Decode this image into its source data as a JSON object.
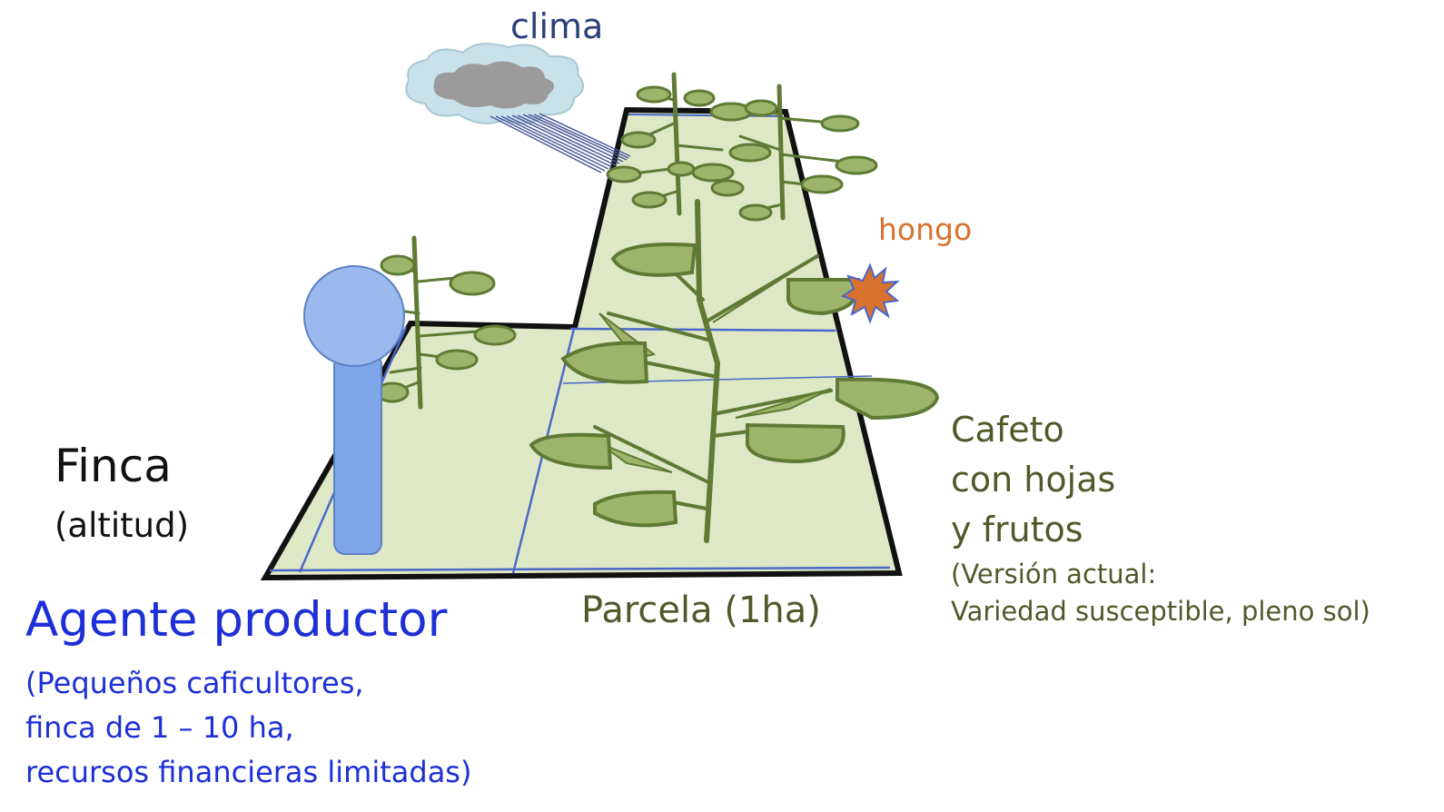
{
  "labels": {
    "clima": "clima",
    "hongo": "hongo",
    "finca_title": "Finca",
    "finca_sub": "(altitud)",
    "agente_title": "Agente productor",
    "agente_notes": [
      "(Pequeños caficultores,",
      "finca de 1 – 10 ha,",
      "recursos financieras limitadas)"
    ],
    "parcela": "Parcela (1ha)",
    "cafeto_lines": [
      "Cafeto",
      "con hojas",
      "y frutos"
    ],
    "cafeto_notes": [
      "(Versión actual:",
      "Variedad susceptible, pleno sol)"
    ]
  },
  "colors": {
    "clima_text": "#2b3f7a",
    "hongo_text": "#d9722e",
    "finca_text": "#111111",
    "agente_text": "#1d2fd6",
    "parcela_text": "#4e5a2a",
    "cafeto_text": "#4e5a2a",
    "land_fill": "#dfe8c6",
    "leaf_fill": "#9cb56a",
    "leaf_stroke": "#5e7a34",
    "agent_fill": "#7fa6e8",
    "cloud_outer": "#c9e1ea",
    "cloud_inner": "#9b9b9b",
    "fungus_fill": "#d9722e",
    "fungus_stroke": "#4a68c8"
  },
  "icons": [
    "cloud-icon",
    "rain-icon",
    "fungus-icon",
    "agent-icon",
    "coffee-plant-icon"
  ]
}
